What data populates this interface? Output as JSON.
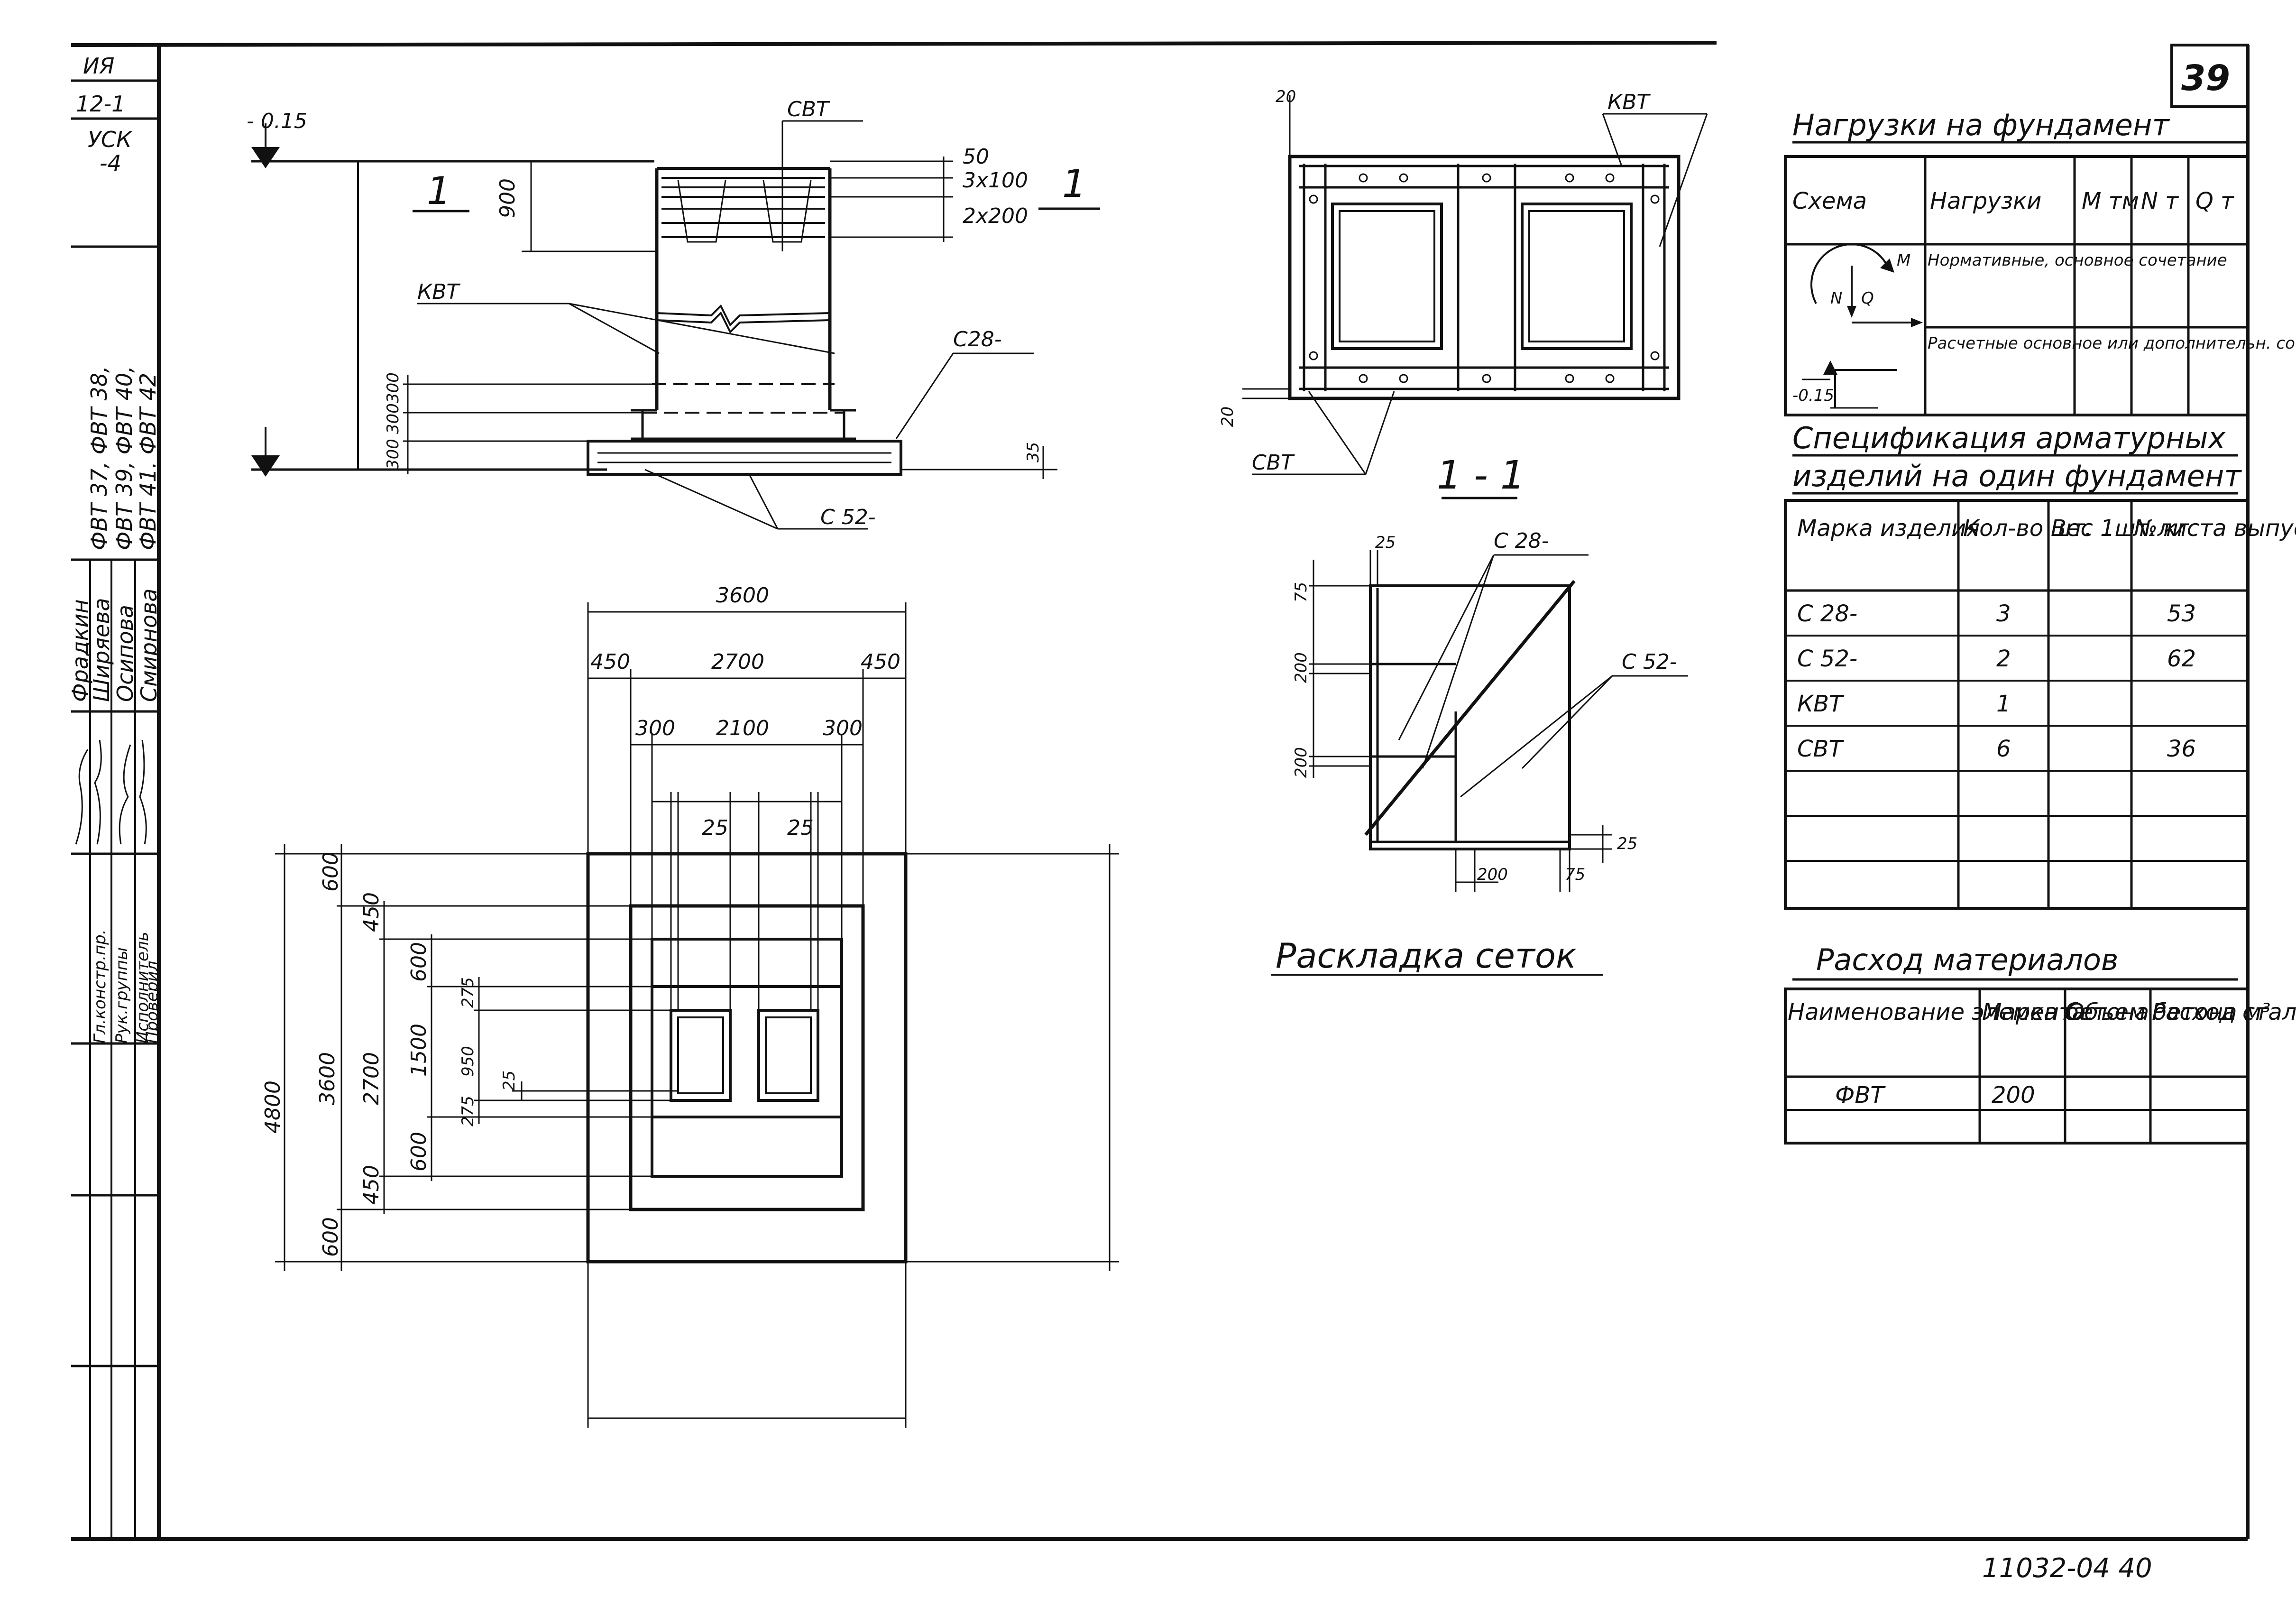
{
  "page_number": "39",
  "footer_code": "11032-04  40",
  "stamp": {
    "top_labels": [
      "ИЯ",
      "12-1",
      "УСК",
      "-4"
    ],
    "series_lines": [
      "ФВТ 37, ФВТ 38,",
      "ФВТ 39, ФВТ 40,",
      "ФВТ 41. ФВТ 42"
    ],
    "roles": [
      "Гл.констр.пр.",
      "Рук.группы",
      "Исполнитель",
      "Проверил"
    ],
    "names": [
      "Фрадкин",
      "Ширяева",
      "Осипова",
      "Смирнова"
    ]
  },
  "elevation": {
    "level_top": "- 0.15",
    "section_mark": "1",
    "labels": {
      "cvt": "СВТ",
      "kvt": "КВТ",
      "c28": "С28-",
      "c52": "С 52-"
    },
    "dims": {
      "d900": "900",
      "d50": "50",
      "d3x100": "3x100",
      "d2x200": "2x200",
      "d300a": "300",
      "d300b": "300",
      "d300c": "300",
      "d35": "35"
    }
  },
  "plan": {
    "dims_top": {
      "total": "3600",
      "left": "450",
      "mid": "2700",
      "right": "450",
      "p300l": "300",
      "p2100": "2100",
      "p300r": "300",
      "g25a": "25",
      "g25b": "25"
    },
    "dims_left": {
      "total": "4800",
      "d3600": "3600",
      "d600t": "600",
      "d450t": "450",
      "d2700": "2700",
      "d450b": "450",
      "d600b": "600",
      "i600t": "600",
      "i1500": "1500",
      "i600b": "600",
      "s275": "275",
      "s950": "950",
      "s275b": "275",
      "s25": "25"
    }
  },
  "top_view": {
    "labels": {
      "kvt": "КВТ",
      "cvt": "СВТ",
      "d20a": "20",
      "d20b": "20"
    }
  },
  "section_11": {
    "title": "1 - 1",
    "labels": {
      "c28": "С 28-",
      "c52": "С 52-",
      "d25": "25",
      "d75": "75",
      "d200a": "200",
      "d200b": "200",
      "d25b": "25",
      "d200c": "200",
      "d75b": "75"
    },
    "caption": "Раскладка сеток"
  },
  "loads_table": {
    "title": "Нагрузки на фундамент",
    "headers": [
      "Схема",
      "Нагрузки",
      "M тм",
      "N т",
      "Q т"
    ],
    "rows": [
      "Нормативные, основное сочетание",
      "Расчетные основное или дополнительн. сочетание"
    ],
    "scheme_labels": {
      "m": "M",
      "n": "N",
      "q": "Q",
      "level": "-0.15"
    }
  },
  "spec_table": {
    "title_line1": "Спецификация арматурных",
    "title_line2": "изделий на один фундамент",
    "headers": [
      "Марка изделия",
      "Кол-во шт.",
      "Вес 1шт. кг",
      "№листа выпуска"
    ],
    "rows": [
      [
        "С 28-",
        "3",
        "",
        "53"
      ],
      [
        "С 52-",
        "2",
        "",
        "62"
      ],
      [
        "КВТ",
        "1",
        "",
        ""
      ],
      [
        "СВТ",
        "6",
        "",
        "36"
      ],
      [
        "",
        "",
        "",
        ""
      ],
      [
        "",
        "",
        "",
        ""
      ],
      [
        "",
        "",
        "",
        ""
      ]
    ]
  },
  "materials_table": {
    "title": "Расход материалов",
    "headers": [
      "Наименование элемента",
      "Марка бетона",
      "Объем бетона м³",
      "Расход стали кг"
    ],
    "rows": [
      [
        "ФВТ",
        "200",
        "",
        ""
      ],
      [
        "",
        "",
        "",
        ""
      ]
    ]
  }
}
